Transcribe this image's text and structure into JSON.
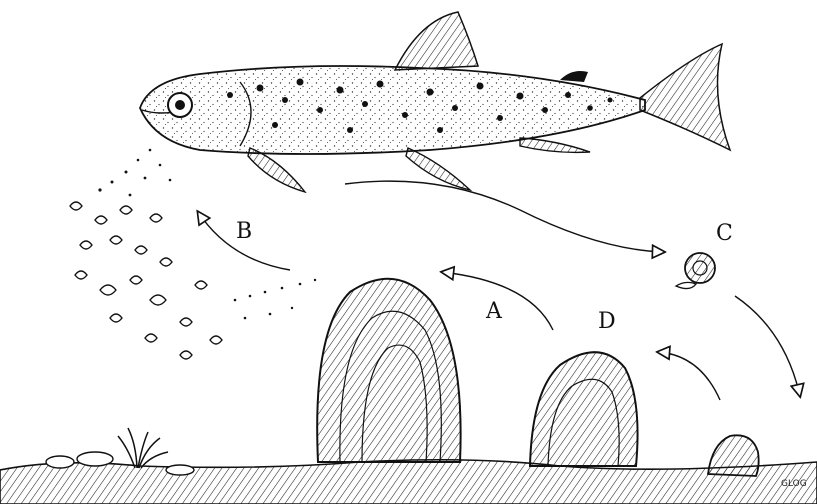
{
  "labels": {
    "a": "A",
    "b": "B",
    "c": "C",
    "d": "D"
  },
  "signature": "GLOG",
  "colors": {
    "ink": "#111111",
    "paper": "#ffffff"
  }
}
